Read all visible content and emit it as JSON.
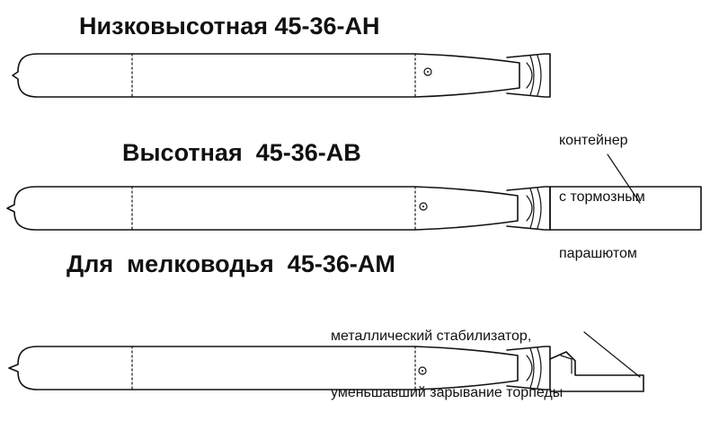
{
  "variants": [
    {
      "title": "Низковысотная 45-36-АН"
    },
    {
      "title": "Высотная  45-36-АВ"
    },
    {
      "title": "Для  мелководья  45-36-АМ"
    }
  ],
  "annotations": {
    "parachute": [
      "контейнер",
      "с тормозным",
      "парашютом"
    ],
    "stabilizer": [
      "металлический стабилизатор,",
      "уменьшавший зарывание торпеды"
    ]
  }
}
